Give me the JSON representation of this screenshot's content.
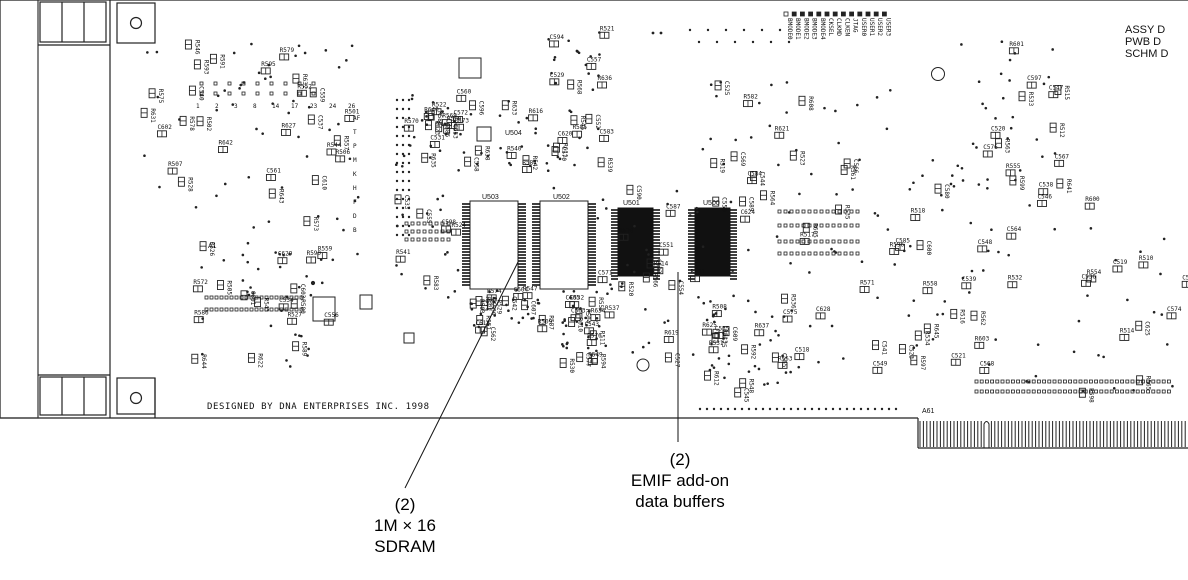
{
  "board": {
    "designer_text": "DESIGNED BY DNA ENTERPRISES INC. 1998",
    "assy_lines": [
      "ASSY D",
      "PWB D",
      "SCHM D"
    ]
  },
  "callouts": {
    "sdram": {
      "count": "(2)",
      "line1": "1M × 16",
      "line2": "SDRAM"
    },
    "emif": {
      "count": "(2)",
      "line1": "EMIF add-on",
      "line2": "data buffers"
    }
  },
  "chips": {
    "u503": "U503",
    "u502": "U502",
    "u501": "U501",
    "u500": "U500",
    "u504": "U504",
    "d500": "D500",
    "ds01": "DS01",
    "a1": "A1",
    "a61": "A61"
  },
  "designators": [
    "R642",
    "R643",
    "R644",
    "R635",
    "R633",
    "C620",
    "R614",
    "R612",
    "R605",
    "C600",
    "C597",
    "C595",
    "R637",
    "R634",
    "C618",
    "R627",
    "C610",
    "C629",
    "R640",
    "R638",
    "R636",
    "C623",
    "C624",
    "C628",
    "R645",
    "R641",
    "C625",
    "R625",
    "R610",
    "C607",
    "R631",
    "R632",
    "R622",
    "R623",
    "R616",
    "R611",
    "R619",
    "R621",
    "R608",
    "R603",
    "R601",
    "R600",
    "C609",
    "C605",
    "C604",
    "C602",
    "C601",
    "C603",
    "C598",
    "C596",
    "C594",
    "C590",
    "C589",
    "R596",
    "R597",
    "R599",
    "R598",
    "R592",
    "R594",
    "R587",
    "R591",
    "R590",
    "R589",
    "R583",
    "C586",
    "C583",
    "C587",
    "C584",
    "C585",
    "C580",
    "C576",
    "C574",
    "C575",
    "C577",
    "R577",
    "R578",
    "R579",
    "R580",
    "C572",
    "C573",
    "C570",
    "C571",
    "C569",
    "C566",
    "C568",
    "C567",
    "C564",
    "C565",
    "C563",
    "C562",
    "C561",
    "C559",
    "C556",
    "C555",
    "C553",
    "C552",
    "C551",
    "C550",
    "C549",
    "C548",
    "C547",
    "C546",
    "C545",
    "C543",
    "C542",
    "C540",
    "C537",
    "C534",
    "C533",
    "C531",
    "C529",
    "C527",
    "C525",
    "C523",
    "C521",
    "C520",
    "C519",
    "C518",
    "R576",
    "R574",
    "R575",
    "R573",
    "R572",
    "R570",
    "R569",
    "R568",
    "R566",
    "R564",
    "R561",
    "R558",
    "R555",
    "R554",
    "R553",
    "R550",
    "R547",
    "R546",
    "R544",
    "R543",
    "R541",
    "R540",
    "R539",
    "R538",
    "R536",
    "R535",
    "R534",
    "R533",
    "R532",
    "R531",
    "R530",
    "R529",
    "R528",
    "R527",
    "R526",
    "R524",
    "R522",
    "R521",
    "R520",
    "R519",
    "R517",
    "R516",
    "R515",
    "R514",
    "R513",
    "R511",
    "R509",
    "R507",
    "R506",
    "R505",
    "C560",
    "C558",
    "C557",
    "C554",
    "C544",
    "C541",
    "C539",
    "C538",
    "C536",
    "C535",
    "C532",
    "C530",
    "R593",
    "R595",
    "R586",
    "R588",
    "R584",
    "R585",
    "R581",
    "R582",
    "R571",
    "R562",
    "R563",
    "R565",
    "R548",
    "R549",
    "R551",
    "R552",
    "R557",
    "R559",
    "R560",
    "R542",
    "R545",
    "R537",
    "R525",
    "R523",
    "R518",
    "R512",
    "R510",
    "R508",
    "R504",
    "R503",
    "R502",
    "R501"
  ],
  "jtag_labels": [
    "BMODE0",
    "BMODE1",
    "BMODE2",
    "BMODE3",
    "BMODE4",
    "CKSEL",
    "CLKMD",
    "CLKEN",
    "JTAG",
    "USER0",
    "USER1",
    "USER2",
    "USER3"
  ],
  "headers_labels": [
    "1",
    "2",
    "3",
    "8",
    "14",
    "17",
    "23",
    "24",
    "26"
  ],
  "letters": [
    "AF",
    "T",
    "P",
    "M",
    "K",
    "H",
    "F",
    "D",
    "B"
  ]
}
